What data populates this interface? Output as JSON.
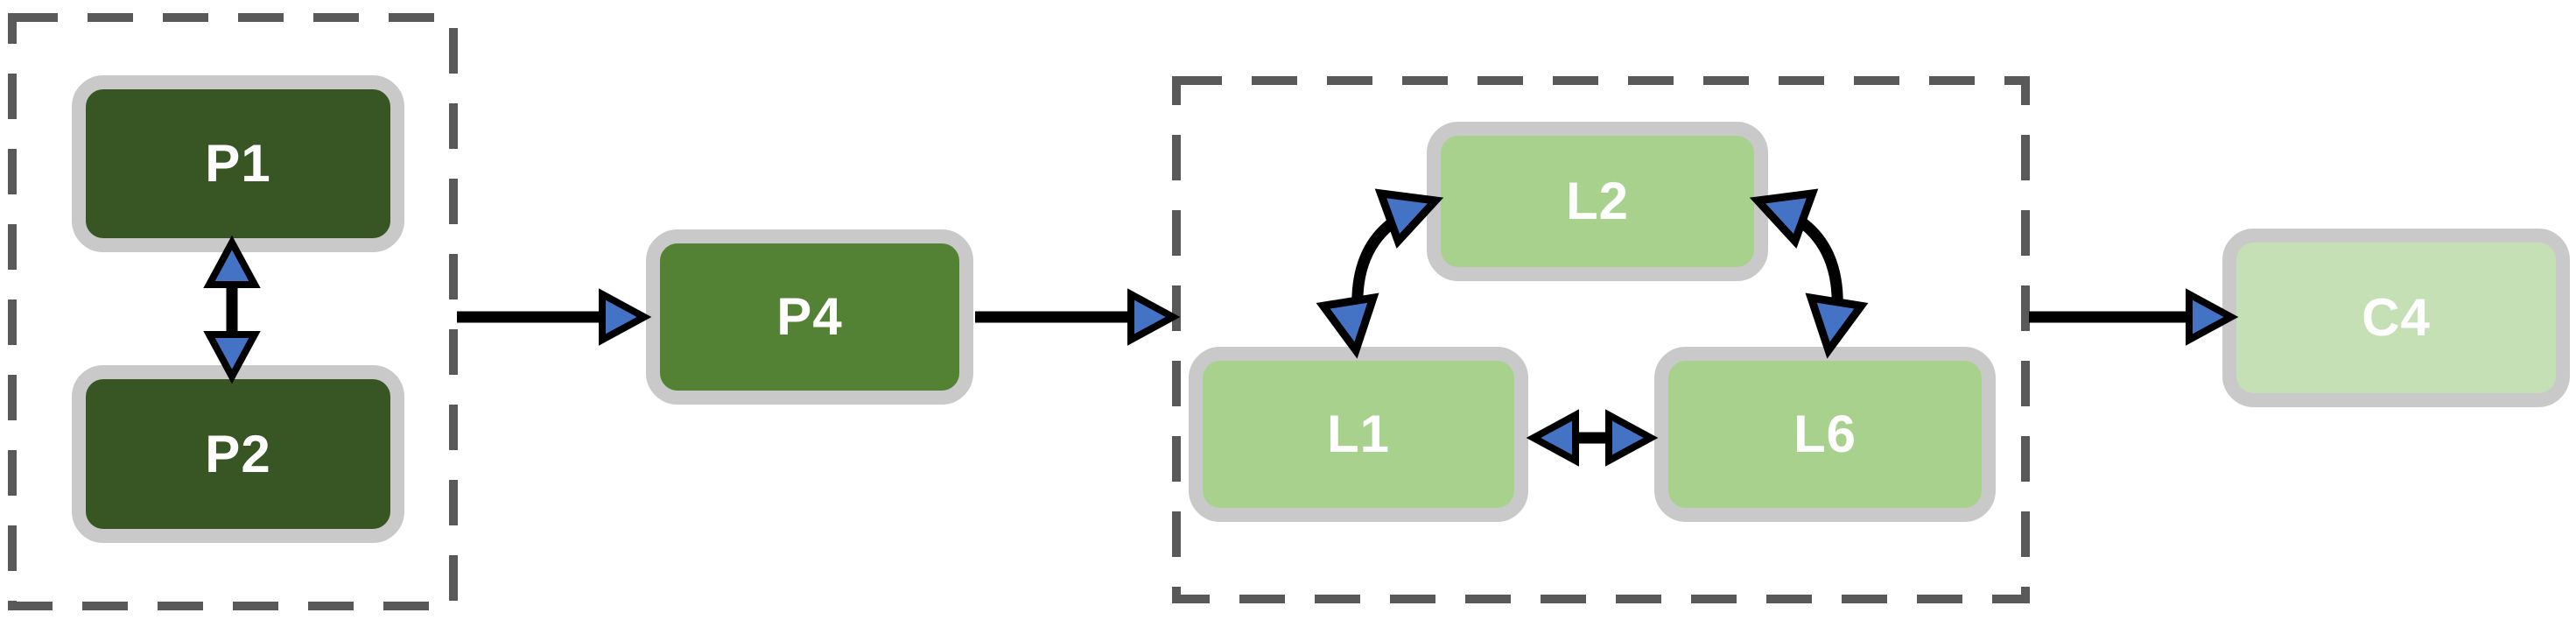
{
  "diagram": {
    "type": "flow-diagram",
    "nodes": {
      "p1": {
        "label": "P1",
        "fill": "#375623",
        "group": "left-group"
      },
      "p2": {
        "label": "P2",
        "fill": "#375623",
        "group": "left-group"
      },
      "p4": {
        "label": "P4",
        "fill": "#548235",
        "group": null
      },
      "l2": {
        "label": "L2",
        "fill": "#a9d18e",
        "group": "right-group"
      },
      "l1": {
        "label": "L1",
        "fill": "#a9d18e",
        "group": "right-group"
      },
      "l6": {
        "label": "L6",
        "fill": "#a9d18e",
        "group": "right-group"
      },
      "c4": {
        "label": "C4",
        "fill": "#c5e0b4",
        "group": null
      }
    },
    "groups": [
      {
        "id": "left-group",
        "contains": [
          "P1",
          "P2"
        ],
        "border_style": "dashed"
      },
      {
        "id": "right-group",
        "contains": [
          "L1",
          "L2",
          "L6"
        ],
        "border_style": "dashed"
      }
    ],
    "edges": [
      {
        "from": "P1",
        "to": "P2",
        "bidirectional": true,
        "shape": "straight-vertical"
      },
      {
        "from": "left-group",
        "to": "P4",
        "bidirectional": false,
        "shape": "straight-horizontal"
      },
      {
        "from": "P4",
        "to": "right-group",
        "bidirectional": false,
        "shape": "straight-horizontal"
      },
      {
        "from": "L1",
        "to": "L2",
        "bidirectional": true,
        "shape": "curved"
      },
      {
        "from": "L2",
        "to": "L6",
        "bidirectional": true,
        "shape": "curved"
      },
      {
        "from": "L1",
        "to": "L6",
        "bidirectional": true,
        "shape": "straight-horizontal"
      },
      {
        "from": "right-group",
        "to": "C4",
        "bidirectional": false,
        "shape": "straight-horizontal"
      }
    ],
    "colors": {
      "background": "#ffffff",
      "node_ring": "#c9c9c9",
      "group_dash": "#595959",
      "arrow_shaft": "#000000",
      "arrowhead_fill": "#4472c4",
      "arrowhead_stroke": "#000000",
      "label_text": "#ffffff"
    }
  }
}
